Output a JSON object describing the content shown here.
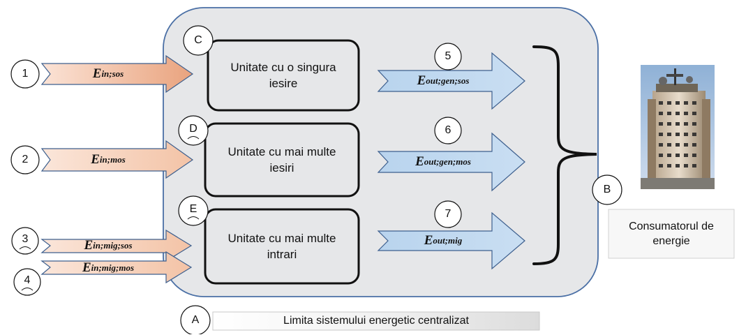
{
  "system": {
    "label": "Limita sistemului energetic centralizat",
    "marker": "A"
  },
  "consumer": {
    "marker": "B",
    "label": "Consumatorul de energie",
    "icon": "building-image"
  },
  "units": [
    {
      "marker": "C",
      "label": "Unitate cu o singura iesire"
    },
    {
      "marker": "D",
      "label": "Unitate cu mai multe iesiri"
    },
    {
      "marker": "E",
      "label": "Unitate cu mai multe intrari"
    }
  ],
  "inputs": [
    {
      "number": "1",
      "main": "E",
      "sub": "in;sos"
    },
    {
      "number": "2",
      "main": "E",
      "sub": "in;mos"
    },
    {
      "number": "3",
      "main": "E",
      "sub": "in;mig;sos"
    },
    {
      "number": "4",
      "main": "E",
      "sub": "in;mig;mos"
    }
  ],
  "outputs": [
    {
      "number": "5",
      "main": "E",
      "sub": "out;gen;sos"
    },
    {
      "number": "6",
      "main": "E",
      "sub": "out;gen;mos"
    },
    {
      "number": "7",
      "main": "E",
      "sub": "out;mig"
    }
  ],
  "colors": {
    "input_arrow_light": "#f8d3bf",
    "input_arrow_dark": "#e9a37e",
    "output_arrow_light": "#c4dbf0",
    "output_arrow_dark": "#a8c8e7",
    "system_fill": "#e6e7e9",
    "system_border": "#4a6fa5"
  }
}
